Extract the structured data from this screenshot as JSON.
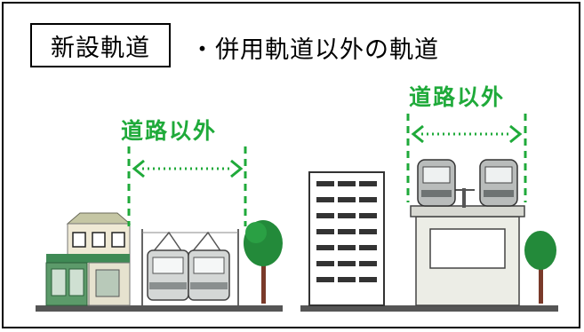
{
  "title": "新設軌道",
  "subtitle": "・併用軌道以外の軌道",
  "left_label": "道路以外",
  "right_label": "道路以外",
  "colors": {
    "accent": "#1faa3a",
    "frame": "#000000"
  }
}
